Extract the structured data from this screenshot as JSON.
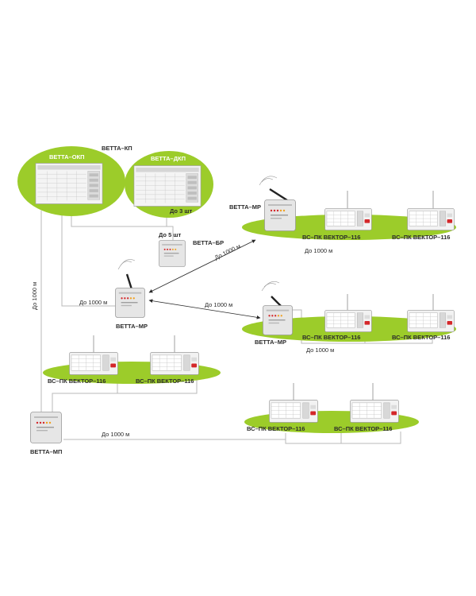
{
  "labels": {
    "vetta_kp": "ВЕТТА–КП",
    "vetta_okp": "ВЕТТА–ОКП",
    "vetta_dkp": "ВЕТТА–ДКП",
    "do_3_sht": "До 3 шт",
    "do_5_sht": "До 5 шт",
    "vetta_br": "ВЕТТА–БР",
    "vetta_mr": "ВЕТТА–МР",
    "vetta_mp": "ВЕТТА–МП",
    "vs_pk_vektor": "ВС–ПК ВЕКТОР–116",
    "do_1000_m": "До 1000 м"
  },
  "colors": {
    "ellipse_green": "#9ccc2a",
    "device_body": "#e6e6e6",
    "accent_red": "#d4272a",
    "line_gray": "#b8b8b8",
    "arrow_dark": "#2a2a2a"
  }
}
